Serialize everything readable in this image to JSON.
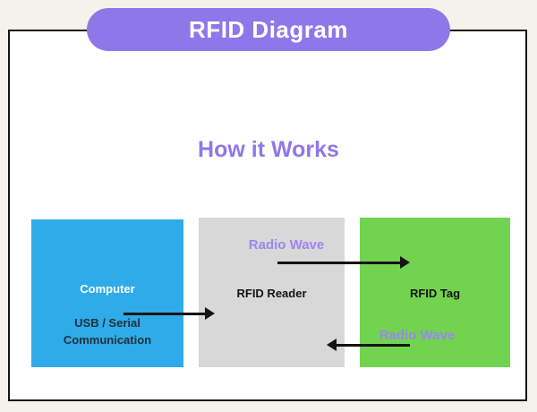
{
  "title": "RFID Diagram",
  "heading": "How it Works",
  "nodes": {
    "computer": {
      "label": "Computer",
      "sublabel": "USB / Serial\nCommunication",
      "color": "#2fabe9"
    },
    "reader": {
      "label": "RFID Reader",
      "color": "#d8d8d8"
    },
    "tag": {
      "label": "RFID Tag",
      "color": "#72d351"
    }
  },
  "connections": [
    {
      "from": "computer",
      "to": "reader",
      "label": ""
    },
    {
      "from": "reader",
      "to": "tag",
      "label": "Radio Wave"
    },
    {
      "from": "tag",
      "to": "reader",
      "label": "Radio Wave"
    }
  ],
  "colors": {
    "accent_purple": "#8e78e9",
    "radio_wave_text": "#9b86ef",
    "background": "#f5f2ec",
    "frame_border": "#141414",
    "arrow": "#141414"
  }
}
